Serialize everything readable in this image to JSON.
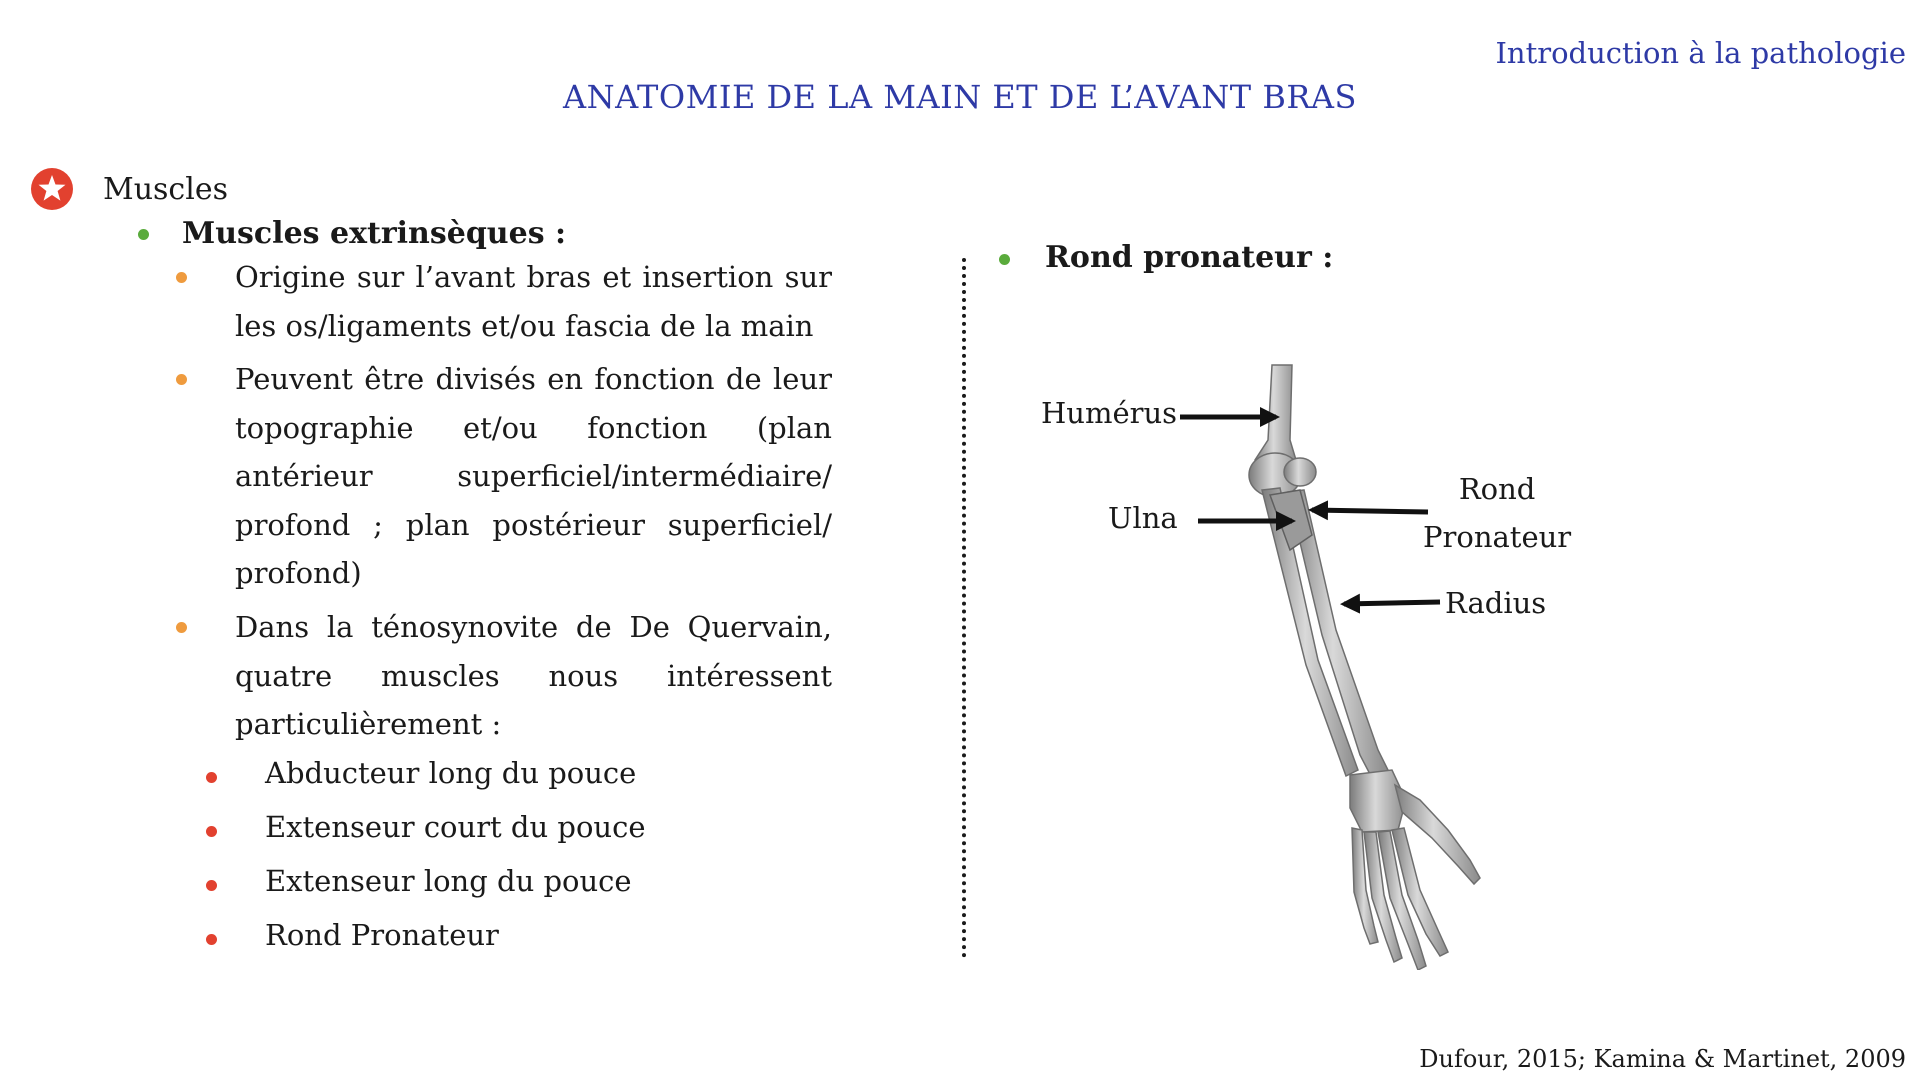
{
  "header": {
    "context": "Introduction à la pathologie",
    "title": "ANATOMIE DE LA MAIN ET DE L’AVANT BRAS"
  },
  "left": {
    "section_title": "Muscles",
    "subsection_title": "Muscles extrinsèques :",
    "points": [
      "Origine sur l’avant bras et insertion sur les os/ligaments et/ou fascia de la main",
      "Peuvent être divisés en fonction de leur topographie et/ou fonction (plan antérieur superficiel/intermédiaire/ profond ; plan postérieur superficiel/ profond)",
      "Dans la ténosynovite de De Quervain, quatre muscles nous intéressent particulièrement :"
    ],
    "muscles": [
      "Abducteur long du pouce",
      "Extenseur court du pouce",
      "Extenseur long du pouce",
      "Rond Pronateur"
    ]
  },
  "right": {
    "subsection_title": "Rond pronateur :",
    "figure_labels": {
      "humerus": "Humérus",
      "ulna": "Ulna",
      "rond_line1": "Rond",
      "rond_line2": "Pronateur",
      "radius": "Radius"
    }
  },
  "footer": {
    "citation": "Dufour, 2015; Kamina & Martinet, 2009"
  },
  "colors": {
    "title_blue": "#2e3aa6",
    "badge_red": "#e2412f",
    "bullet_green": "#5aab3c",
    "bullet_orange": "#ef9b3e",
    "bullet_red": "#e2412f"
  },
  "icons": {
    "badge": "star-badge-icon"
  }
}
